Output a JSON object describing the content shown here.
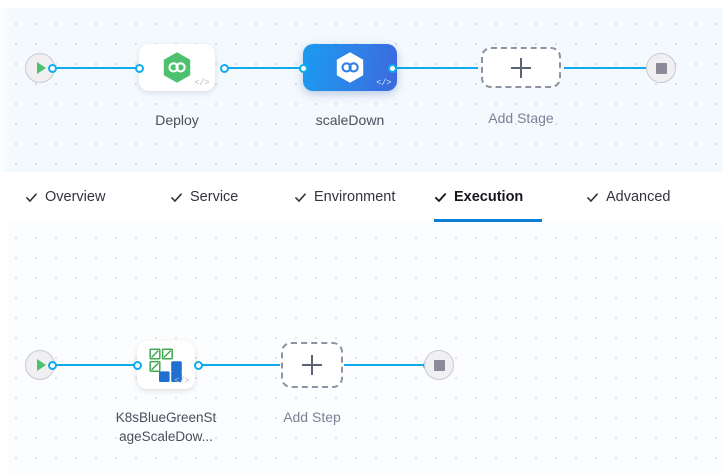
{
  "pipeline_stage_graph": {
    "start_node": {
      "name": "start-node",
      "icon": "play-icon"
    },
    "end_node": {
      "name": "end-node",
      "icon": "stop-icon"
    },
    "nodes": [
      {
        "label": "Deploy",
        "icon": "harness-cd-hexagon-icon",
        "selected": false,
        "code_badge": "</>"
      },
      {
        "label": "scaleDown",
        "icon": "harness-cd-hexagon-icon",
        "selected": true,
        "code_badge": "</>"
      }
    ],
    "add_stage": {
      "label": "Add Stage",
      "icon": "plus-icon"
    }
  },
  "tabs": {
    "items": [
      {
        "label": "Overview",
        "icon": "check-icon",
        "active": false
      },
      {
        "label": "Service",
        "icon": "check-icon",
        "active": false
      },
      {
        "label": "Environment",
        "icon": "check-icon",
        "active": false
      },
      {
        "label": "Execution",
        "icon": "check-icon",
        "active": true
      },
      {
        "label": "Advanced",
        "icon": "check-icon",
        "active": false
      }
    ]
  },
  "execution_step_graph": {
    "start_node": {
      "name": "start-node",
      "icon": "play-icon"
    },
    "end_node": {
      "name": "end-node",
      "icon": "stop-icon"
    },
    "steps": [
      {
        "label_line1": "K8sBlueGreenSt",
        "label_line2": "ageScaleDow...",
        "icon": "k8s-scale-down-icon",
        "code_badge": "</>"
      }
    ],
    "add_step": {
      "label": "Add Step",
      "icon": "plus-icon"
    }
  },
  "colors": {
    "accent_blue": "#0eacef",
    "active_tab_underline": "#0b7fd4",
    "selected_node_gradient_start": "#1b9cf0",
    "selected_node_gradient_end": "#3d68de",
    "harness_green": "#4dc16e",
    "stage_canvas_bg": "#f3f9fd",
    "step_canvas_bg": "#fcfdfe"
  }
}
